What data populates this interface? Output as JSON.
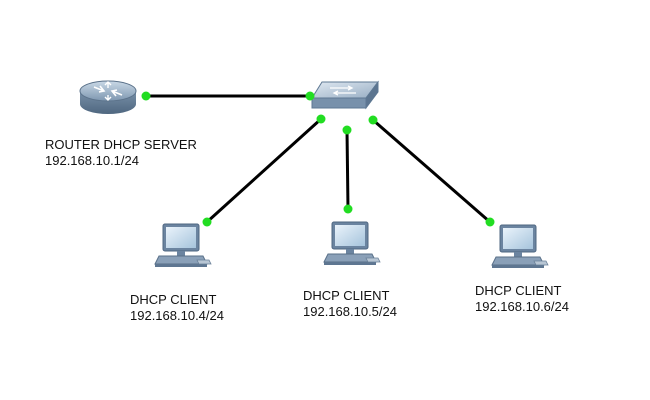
{
  "diagram": {
    "link_color": "#000000",
    "port_indicator_color": "#22dd22",
    "router": {
      "name": "ROUTER DHCP SERVER",
      "ip": "192.168.10.1/24",
      "icon": "router-icon"
    },
    "switch": {
      "icon": "switch-icon"
    },
    "clients": [
      {
        "name": "DHCP CLIENT",
        "ip": "192.168.10.4/24",
        "icon": "pc-icon"
      },
      {
        "name": "DHCP CLIENT",
        "ip": "192.168.10.5/24",
        "icon": "pc-icon"
      },
      {
        "name": "DHCP CLIENT",
        "ip": "192.168.10.6/24",
        "icon": "pc-icon"
      }
    ]
  }
}
